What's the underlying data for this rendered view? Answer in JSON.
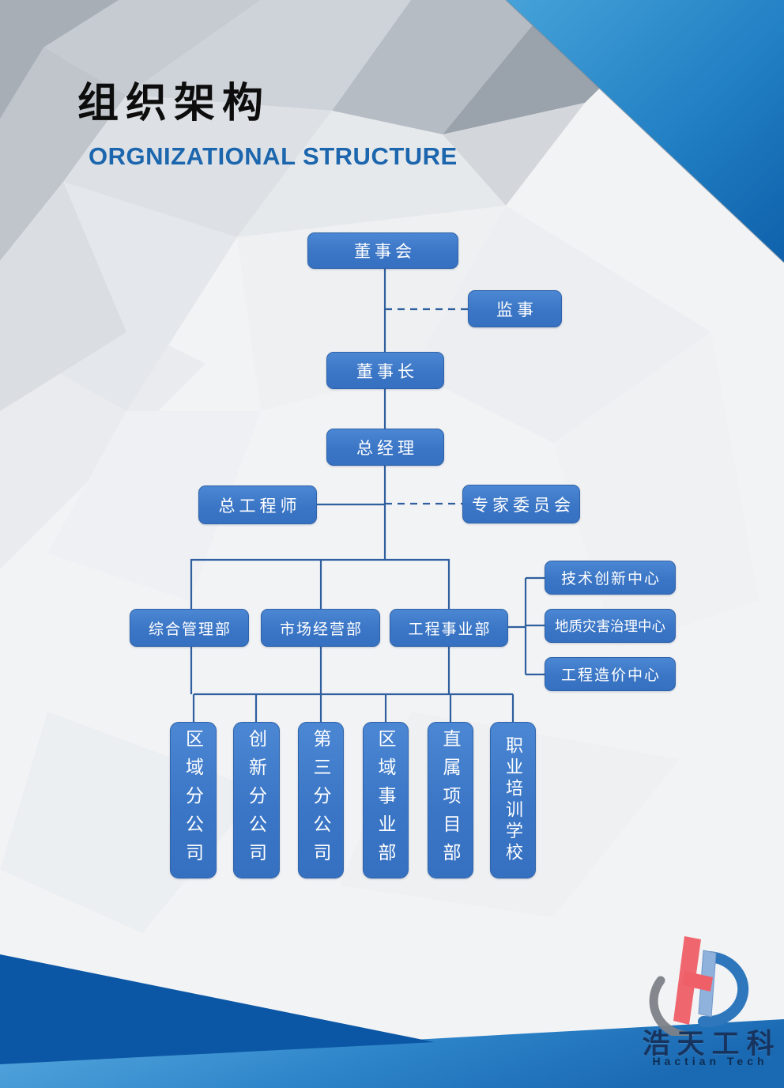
{
  "header": {
    "title_zh": "组织架构",
    "title_en": "ORGNIZATIONAL STRUCTURE"
  },
  "org_chart": {
    "type": "org-tree",
    "nodes": {
      "board": "董事会",
      "supervisor": "监事",
      "chairman": "董事长",
      "general_manager": "总经理",
      "chief_engineer": "总工程师",
      "expert_committee": "专家委员会",
      "dept_admin": "综合管理部",
      "dept_market": "市场经营部",
      "dept_engineering": "工程事业部",
      "center_tech_innovation": "技术创新中心",
      "center_geo_disaster": "地质灾害治理中心",
      "center_cost": "工程造价中心",
      "branch_regional": "区域分公司",
      "branch_innovation": "创新分公司",
      "branch_third": "第三分公司",
      "division_regional": "区域事业部",
      "dept_direct_projects": "直属项目部",
      "school_vocational": "职业培训学校"
    },
    "edges": [
      [
        "board",
        "chairman",
        "solid"
      ],
      [
        "board",
        "supervisor",
        "dashed"
      ],
      [
        "chairman",
        "general_manager",
        "solid"
      ],
      [
        "general_manager",
        "chief_engineer",
        "solid"
      ],
      [
        "general_manager",
        "expert_committee",
        "dashed"
      ],
      [
        "general_manager",
        "dept_admin",
        "solid"
      ],
      [
        "general_manager",
        "dept_market",
        "solid"
      ],
      [
        "general_manager",
        "dept_engineering",
        "solid"
      ],
      [
        "dept_engineering",
        "center_tech_innovation",
        "solid"
      ],
      [
        "dept_engineering",
        "center_geo_disaster",
        "solid"
      ],
      [
        "dept_engineering",
        "center_cost",
        "solid"
      ],
      [
        "departments",
        "branch_regional",
        "solid"
      ],
      [
        "departments",
        "branch_innovation",
        "solid"
      ],
      [
        "departments",
        "branch_third",
        "solid"
      ],
      [
        "departments",
        "division_regional",
        "solid"
      ],
      [
        "departments",
        "dept_direct_projects",
        "solid"
      ],
      [
        "departments",
        "school_vocational",
        "solid"
      ]
    ]
  },
  "logo": {
    "name_zh": "浩天工科",
    "name_en": "Hactian Tech"
  },
  "colors": {
    "node_fill": "#3b76c6",
    "node_border": "#2f63a9",
    "connector": "#2f5f9e",
    "title_en_blue": "#1c66ae",
    "corner_triangle_top": "#3f9ad2",
    "corner_triangle_bottom": "#0f61ab",
    "bottom_dark_wedge": "#0b57a5",
    "bottom_band_light": "#55a9de",
    "bottom_band_deep": "#1a6ab3",
    "page_background": "#f2f3f5"
  }
}
